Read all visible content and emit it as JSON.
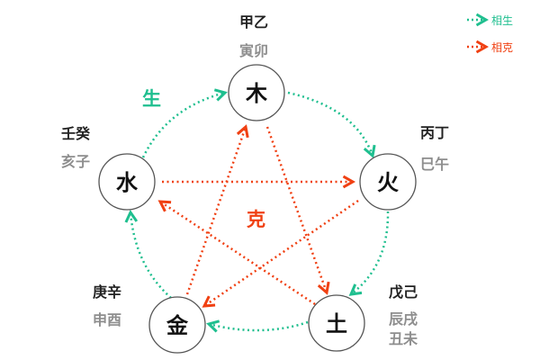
{
  "colors": {
    "generating": "#1fbf8f",
    "controlling": "#f04012",
    "circle_stroke": "#555555",
    "stem_text": "#222222",
    "branch_text": "#8e8e8e"
  },
  "legend": {
    "generating_label": "相生",
    "controlling_label": "相克"
  },
  "labels": {
    "generating": "生",
    "controlling": "克"
  },
  "elements": {
    "wood": {
      "name": "木",
      "stems": "甲乙",
      "branches": [
        "寅卯"
      ]
    },
    "fire": {
      "name": "火",
      "stems": "丙丁",
      "branches": [
        "巳午"
      ]
    },
    "earth": {
      "name": "土",
      "stems": "戊己",
      "branches": [
        "辰戌",
        "丑未"
      ]
    },
    "metal": {
      "name": "金",
      "stems": "庚辛",
      "branches": [
        "申酉"
      ]
    },
    "water": {
      "name": "水",
      "stems": "壬癸",
      "branches": [
        "亥子"
      ]
    }
  },
  "relations": {
    "generating_cycle": [
      "木→火",
      "火→土",
      "土→金",
      "金→水",
      "水→木"
    ],
    "controlling_cycle": [
      "水→火",
      "火→金",
      "金→木",
      "木→土",
      "土→水"
    ]
  }
}
